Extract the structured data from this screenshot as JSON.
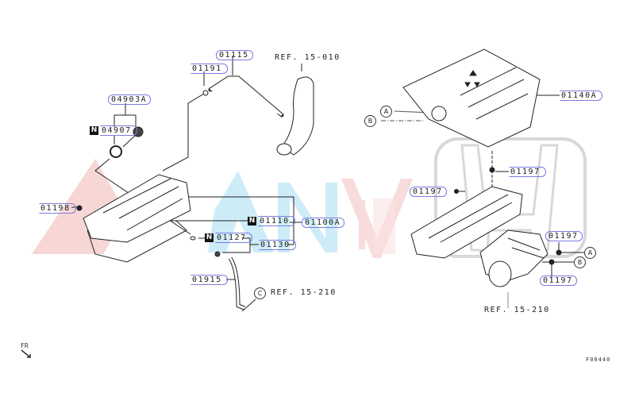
{
  "diagram_code": "F00440",
  "orientation_label": "FR",
  "watermark": "AnViet",
  "colors": {
    "label_border": "#7b7be0",
    "watermark_red": "#f4c9c9",
    "watermark_blue": "#bfe6f5",
    "logo_gray": "#cfcfcf"
  },
  "labels": {
    "p01115": "01115",
    "p01191": "01191",
    "p04903A": "04903A",
    "p04907": "04907",
    "p01198": "01198",
    "p01110": "01110",
    "p01100A": "01100A",
    "p01127": "01127",
    "p01130": "01130",
    "p01915": "01915",
    "p01140A": "01140A",
    "p01197a": "01197",
    "p01197b": "01197",
    "p01197c": "01197",
    "p01197d": "01197"
  },
  "new_badge": "N",
  "refs": {
    "r1": "REF. 15-010",
    "r2": "REF. 15-210",
    "r3": "REF. 15-210"
  },
  "callouts": {
    "a1": "A",
    "b1": "B",
    "a2": "A",
    "b2": "B",
    "c1": "C"
  }
}
